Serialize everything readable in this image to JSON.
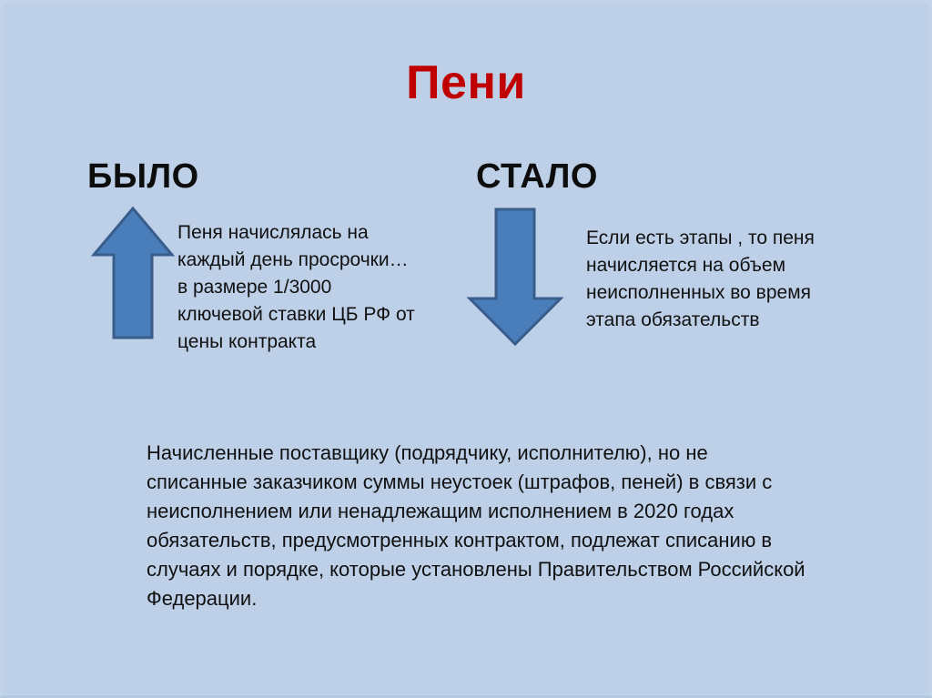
{
  "slide": {
    "title": "Пени",
    "background_color": "#BDD0E8",
    "title_color": "#C00000",
    "arrow_fill_color": "#4A7EBB",
    "arrow_stroke_color": "#385D8A",
    "columns": {
      "before": {
        "heading": "БЫЛО",
        "arrow_icon": "arrow-up-icon",
        "lines": [
          "Пеня начислялась на",
          "каждый день просрочки…",
          "в размере 1/3000",
          "ключевой ставки ЦБ РФ от",
          "цены контракта"
        ]
      },
      "after": {
        "heading": "СТАЛО",
        "arrow_icon": "arrow-down-icon",
        "lines": [
          "Если есть этапы , то пеня",
          "начисляется на объем",
          "неисполненных во время",
          "этапа обязательств"
        ]
      }
    },
    "footnote": {
      "lines": [
        "Начисленные поставщику (подрядчику, исполнителю), но не",
        "списанные заказчиком суммы неустоек (штрафов, пеней) в связи с",
        "неисполнением или ненадлежащим исполнением в 2020 годах",
        "обязательств, предусмотренных контрактом, подлежат списанию в",
        "случаях и порядке, которые установлены Правительством Российской",
        "Федерации."
      ]
    }
  }
}
